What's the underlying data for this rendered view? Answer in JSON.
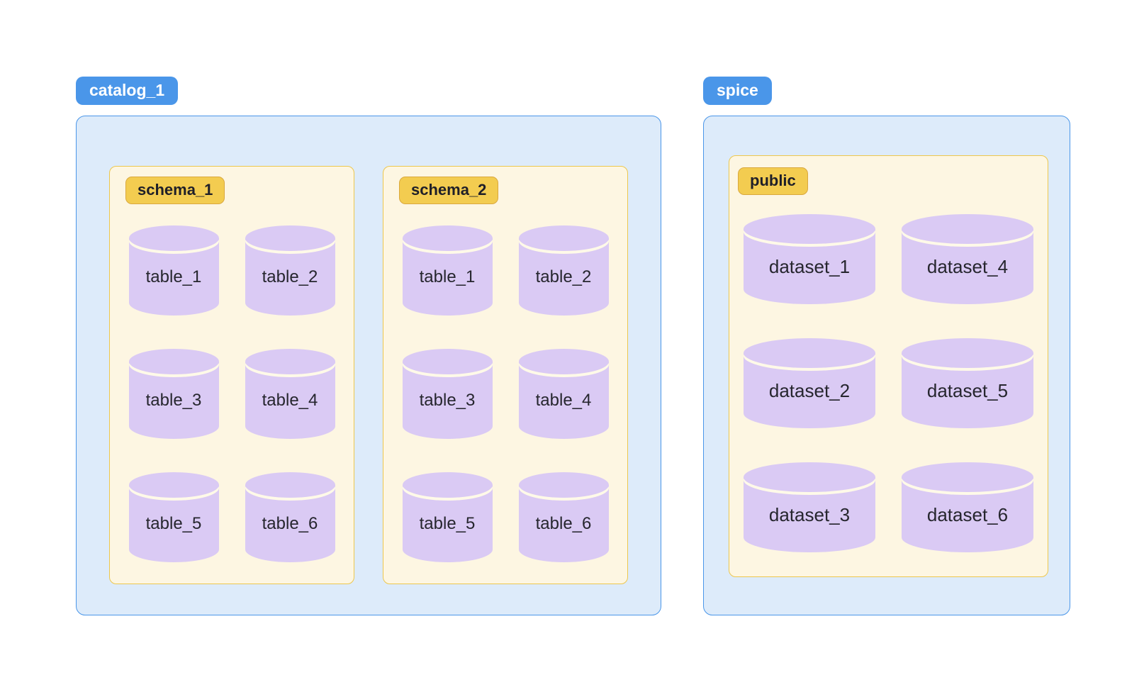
{
  "diagram": {
    "groups": [
      {
        "badge": "catalog_1",
        "kind": "catalog",
        "schemas": [
          {
            "badge": "schema_1",
            "items": [
              "table_1",
              "table_2",
              "table_3",
              "table_4",
              "table_5",
              "table_6"
            ]
          },
          {
            "badge": "schema_2",
            "items": [
              "table_1",
              "table_2",
              "table_3",
              "table_4",
              "table_5",
              "table_6"
            ]
          }
        ]
      },
      {
        "badge": "spice",
        "kind": "catalog",
        "schemas": [
          {
            "badge": "public",
            "items": [
              "dataset_1",
              "dataset_2",
              "dataset_3",
              "dataset_4",
              "dataset_5",
              "dataset_6"
            ]
          }
        ]
      }
    ],
    "colors": {
      "catalog_badge_bg": "#4A96E9",
      "catalog_badge_text": "#FFFFFF",
      "catalog_container_fill": "#DDEBFA",
      "catalog_container_border": "#4A96E9",
      "schema_box_fill": "#FDF6E2",
      "schema_box_border": "#ECC74E",
      "schema_badge_fill": "#F3CC50",
      "schema_badge_border": "#D9A83E",
      "schema_badge_text": "#1F1F28",
      "cylinder_fill": "#DACAF4",
      "cylinder_highlight": "#FFFAE8",
      "cylinder_label_text": "#26262E",
      "page_background": "#FFFFFF"
    }
  }
}
